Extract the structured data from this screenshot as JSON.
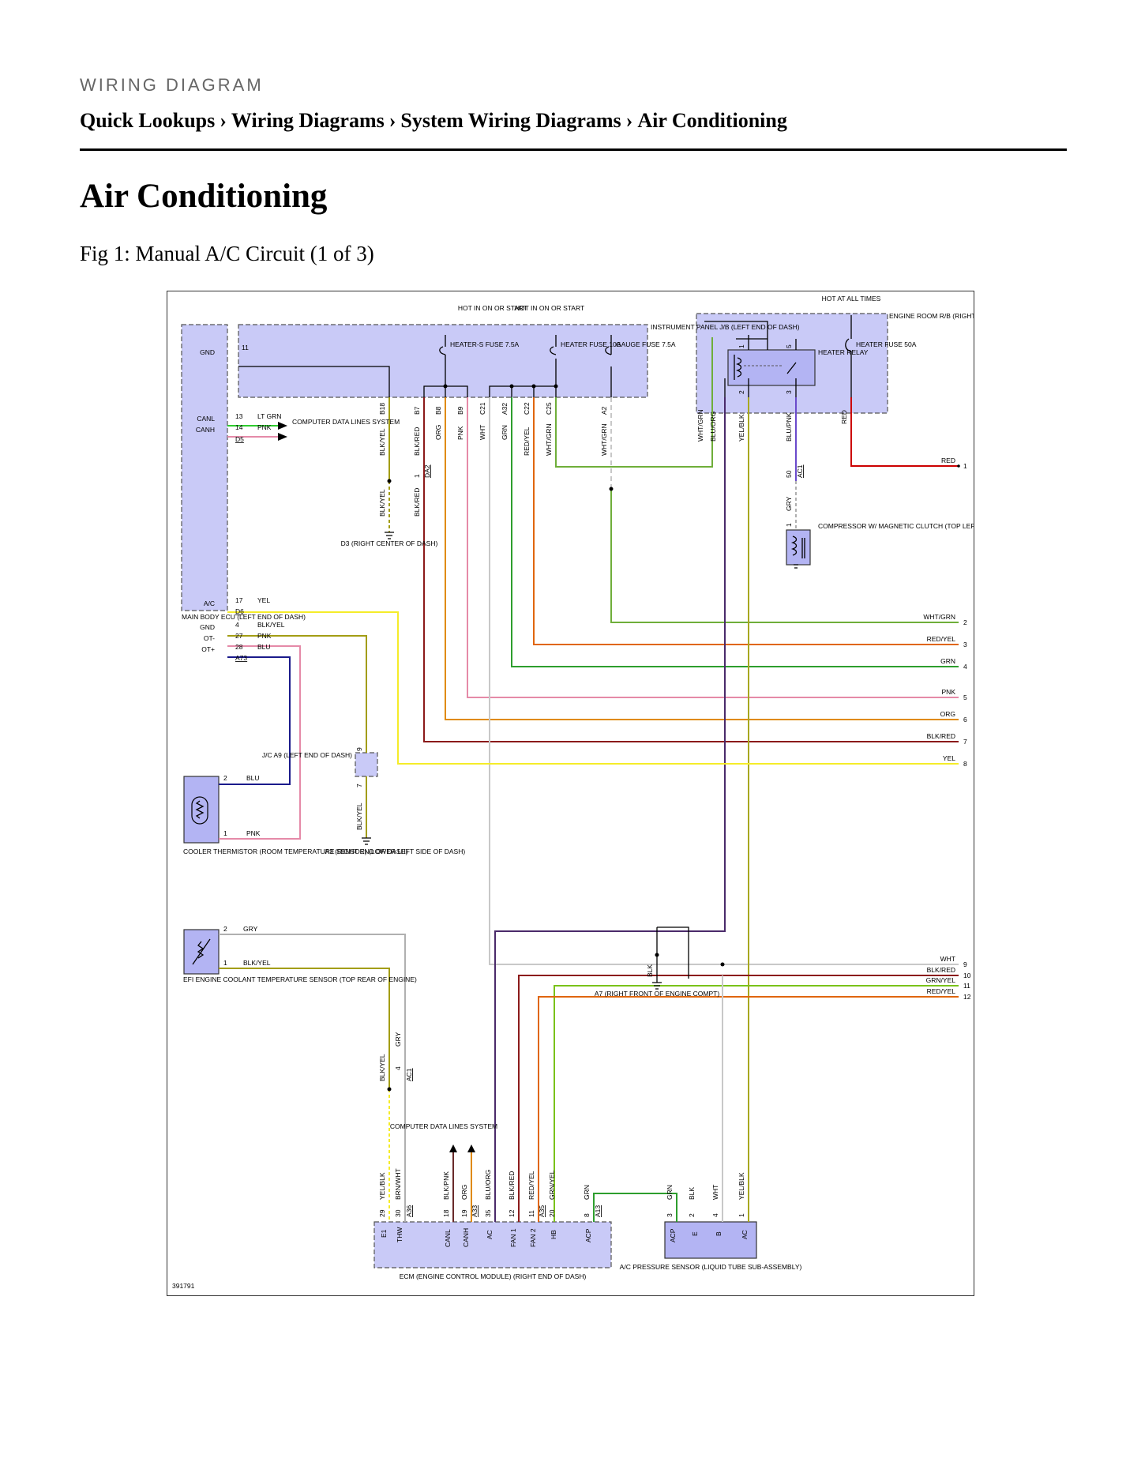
{
  "header": {
    "kicker": "WIRING DIAGRAM",
    "breadcrumb": [
      "Quick Lookups",
      "Wiring Diagrams",
      "System Wiring Diagrams",
      "Air Conditioning"
    ],
    "separator": "›"
  },
  "page_title": "Air Conditioning",
  "figure": {
    "caption": "Fig 1: Manual A/C Circuit (1 of 3)",
    "image_id": "391791"
  },
  "diagram": {
    "supplies": {
      "heater_supply": "HOT IN ON OR START",
      "gauge_supply": "HOT IN ON OR START",
      "engine_supply": "HOT AT ALL TIMES"
    },
    "components": {
      "instrument_panel_jb": "INSTRUMENT PANEL J/B (LEFT END OF DASH)",
      "engine_room_rb": "ENGINE ROOM R/B (RIGHT FRONT OF ENGINE COMPT)",
      "main_body_ecu": "MAIN BODY ECU (LEFT END OF DASH)",
      "heater_s_fuse": "HEATER-S FUSE 7.5A",
      "heater_fuse_10a": "HEATER FUSE 10A",
      "gauge_fuse": "GAUGE FUSE 7.5A",
      "heater_relay": "HEATER RELAY",
      "heater_fuse_50a": "HEATER FUSE 50A",
      "compressor": "COMPRESSOR W/ MAGNETIC CLUTCH (TOP LEFT FRONT OF ENGINE)",
      "computer_data_lines_top": "COMPUTER DATA LINES SYSTEM",
      "computer_data_lines_bottom": "COMPUTER DATA LINES SYSTEM",
      "ground_d3": "D3 (RIGHT CENTER OF DASH)",
      "jc_a9": "J/C A9 (LEFT END OF DASH)",
      "ground_a3": "A3 (RIGHT END OF DASH)",
      "ground_a7": "A7 (RIGHT FRONT OF ENGINE COMPT)",
      "cooler_thermistor": "COOLER THERMISTOR (ROOM TEMPERATURE SENSOR) (LOWER LEFT SIDE OF DASH)",
      "efi_sensor": "EFI ENGINE COOLANT TEMPERATURE SENSOR (TOP REAR OF ENGINE)",
      "ecm": "ECM (ENGINE CONTROL MODULE) (RIGHT END OF DASH)",
      "ac_pressure_sensor": "A/C PRESSURE SENSOR (LIQUID TUBE SUB-ASSEMBLY)"
    },
    "ecu_pins": [
      {
        "pin": "11",
        "name": "GND"
      },
      {
        "pin": "13",
        "name": "CANL",
        "wire": "LT GRN"
      },
      {
        "pin": "14",
        "name": "CANH",
        "wire": "PNK"
      },
      {
        "pin": "17",
        "name": "A/C",
        "wire": "YEL"
      },
      {
        "pin": "4",
        "name": "GND",
        "wire": "BLK/YEL"
      },
      {
        "pin": "27",
        "name": "OT-",
        "wire": "PNK"
      },
      {
        "pin": "28",
        "name": "OT+",
        "wire": "BLU"
      }
    ],
    "ecu_connectors": [
      "D5",
      "D6",
      "A73"
    ],
    "jb_terminals": [
      "B18",
      "B7",
      "B8",
      "B9",
      "C21",
      "A32",
      "C22",
      "C25",
      "A2"
    ],
    "jb_wires": [
      "BLK/YEL",
      "BLK/RED",
      "ORG",
      "PNK",
      "WHT",
      "GRN",
      "RED/YEL",
      "WHT/GRN",
      "WHT/GRN"
    ],
    "rb_wires": [
      "WHT/GRN",
      "BLU/ORG",
      "YEL/BLK",
      "BLU/PNK",
      "RED"
    ],
    "relay_pins": [
      "1",
      "2",
      "3",
      "5"
    ],
    "misc_wires": {
      "below_d3": "BLK/YEL",
      "below_da2": "BLK/RED",
      "da2_pin": "1",
      "da2_conn": "DA2",
      "ac1_pin": "50",
      "ac1_conn": "AC1",
      "compressor_pin": "1",
      "compressor_wire": "GRY",
      "jc_pin_top": "9",
      "jc_pin_bottom": "7",
      "jc_wire": "BLK/YEL",
      "thermistor_pin2": "2",
      "thermistor_pin2_wire": "BLU",
      "thermistor_pin1": "1",
      "thermistor_pin1_wire": "PNK",
      "efi_pin2": "2",
      "efi_pin2_wire": "GRY",
      "efi_pin1": "1",
      "efi_pin1_wire": "BLK/YEL",
      "efi_blkyel": "BLK/YEL",
      "efi_gry": "GRY",
      "ac1_pin4": "4",
      "ac1_conn2": "AC1",
      "ground_a7_wire": "BLK"
    },
    "right_terminals": [
      {
        "n": "1",
        "label": "RED"
      },
      {
        "n": "2",
        "label": "WHT/GRN"
      },
      {
        "n": "3",
        "label": "RED/YEL"
      },
      {
        "n": "4",
        "label": "GRN"
      },
      {
        "n": "5",
        "label": "PNK"
      },
      {
        "n": "6",
        "label": "ORG"
      },
      {
        "n": "7",
        "label": "BLK/RED"
      },
      {
        "n": "8",
        "label": "YEL"
      },
      {
        "n": "9",
        "label": "WHT"
      },
      {
        "n": "10",
        "label": "BLK/RED"
      },
      {
        "n": "11",
        "label": "GRN/YEL"
      },
      {
        "n": "12",
        "label": "RED/YEL"
      }
    ],
    "ecm_pins": [
      {
        "pin": "29",
        "name": "E1",
        "wire": "YEL/BLK"
      },
      {
        "pin": "30",
        "name": "THW",
        "wire": "BRN/WHT"
      },
      {
        "pin": "18",
        "name": "CANL",
        "wire": "BLK/PNK"
      },
      {
        "pin": "19",
        "name": "CANH",
        "wire": "ORG"
      },
      {
        "pin": "35",
        "name": "AC",
        "wire": "BLU/ORG"
      },
      {
        "pin": "12",
        "name": "FAN 1",
        "wire": "BLK/RED"
      },
      {
        "pin": "11",
        "name": "FAN 2",
        "wire": "RED/YEL"
      },
      {
        "pin": "20",
        "name": "HB",
        "wire": "GRN/YEL"
      },
      {
        "pin": "8",
        "name": "ACP",
        "wire": "GRN"
      }
    ],
    "ecm_connectors": [
      "A36",
      "A33",
      "A35",
      "A13"
    ],
    "sensor_pins": [
      {
        "pin": "3",
        "name": "ACP",
        "wire": "GRN"
      },
      {
        "pin": "2",
        "name": "E",
        "wire": "BLK"
      },
      {
        "pin": "4",
        "name": "B",
        "wire": "WHT"
      },
      {
        "pin": "1",
        "name": "AC",
        "wire": "YEL/BLK"
      }
    ]
  },
  "colors": {
    "box_fill": "#c9caf7",
    "red": "#cc0000",
    "yellow": "#f5ec2a",
    "blk_yel": "#a39d14",
    "pnk": "#e58aa8",
    "org": "#e08a00",
    "grn": "#2e9e2e",
    "wht_grn": "#6fae3a",
    "red_yel": "#e0660c",
    "blk_red": "#8b1a1a",
    "blu": "#1a1a8b",
    "blu_org": "#4a2a6a",
    "blu_pnk": "#6a4acb",
    "gry": "#b0b0b0",
    "wht": "#c8c8c8",
    "grn_yel": "#7ac21a",
    "yel_blk": "#a8a820",
    "lt_grn": "#2fcb2f"
  }
}
